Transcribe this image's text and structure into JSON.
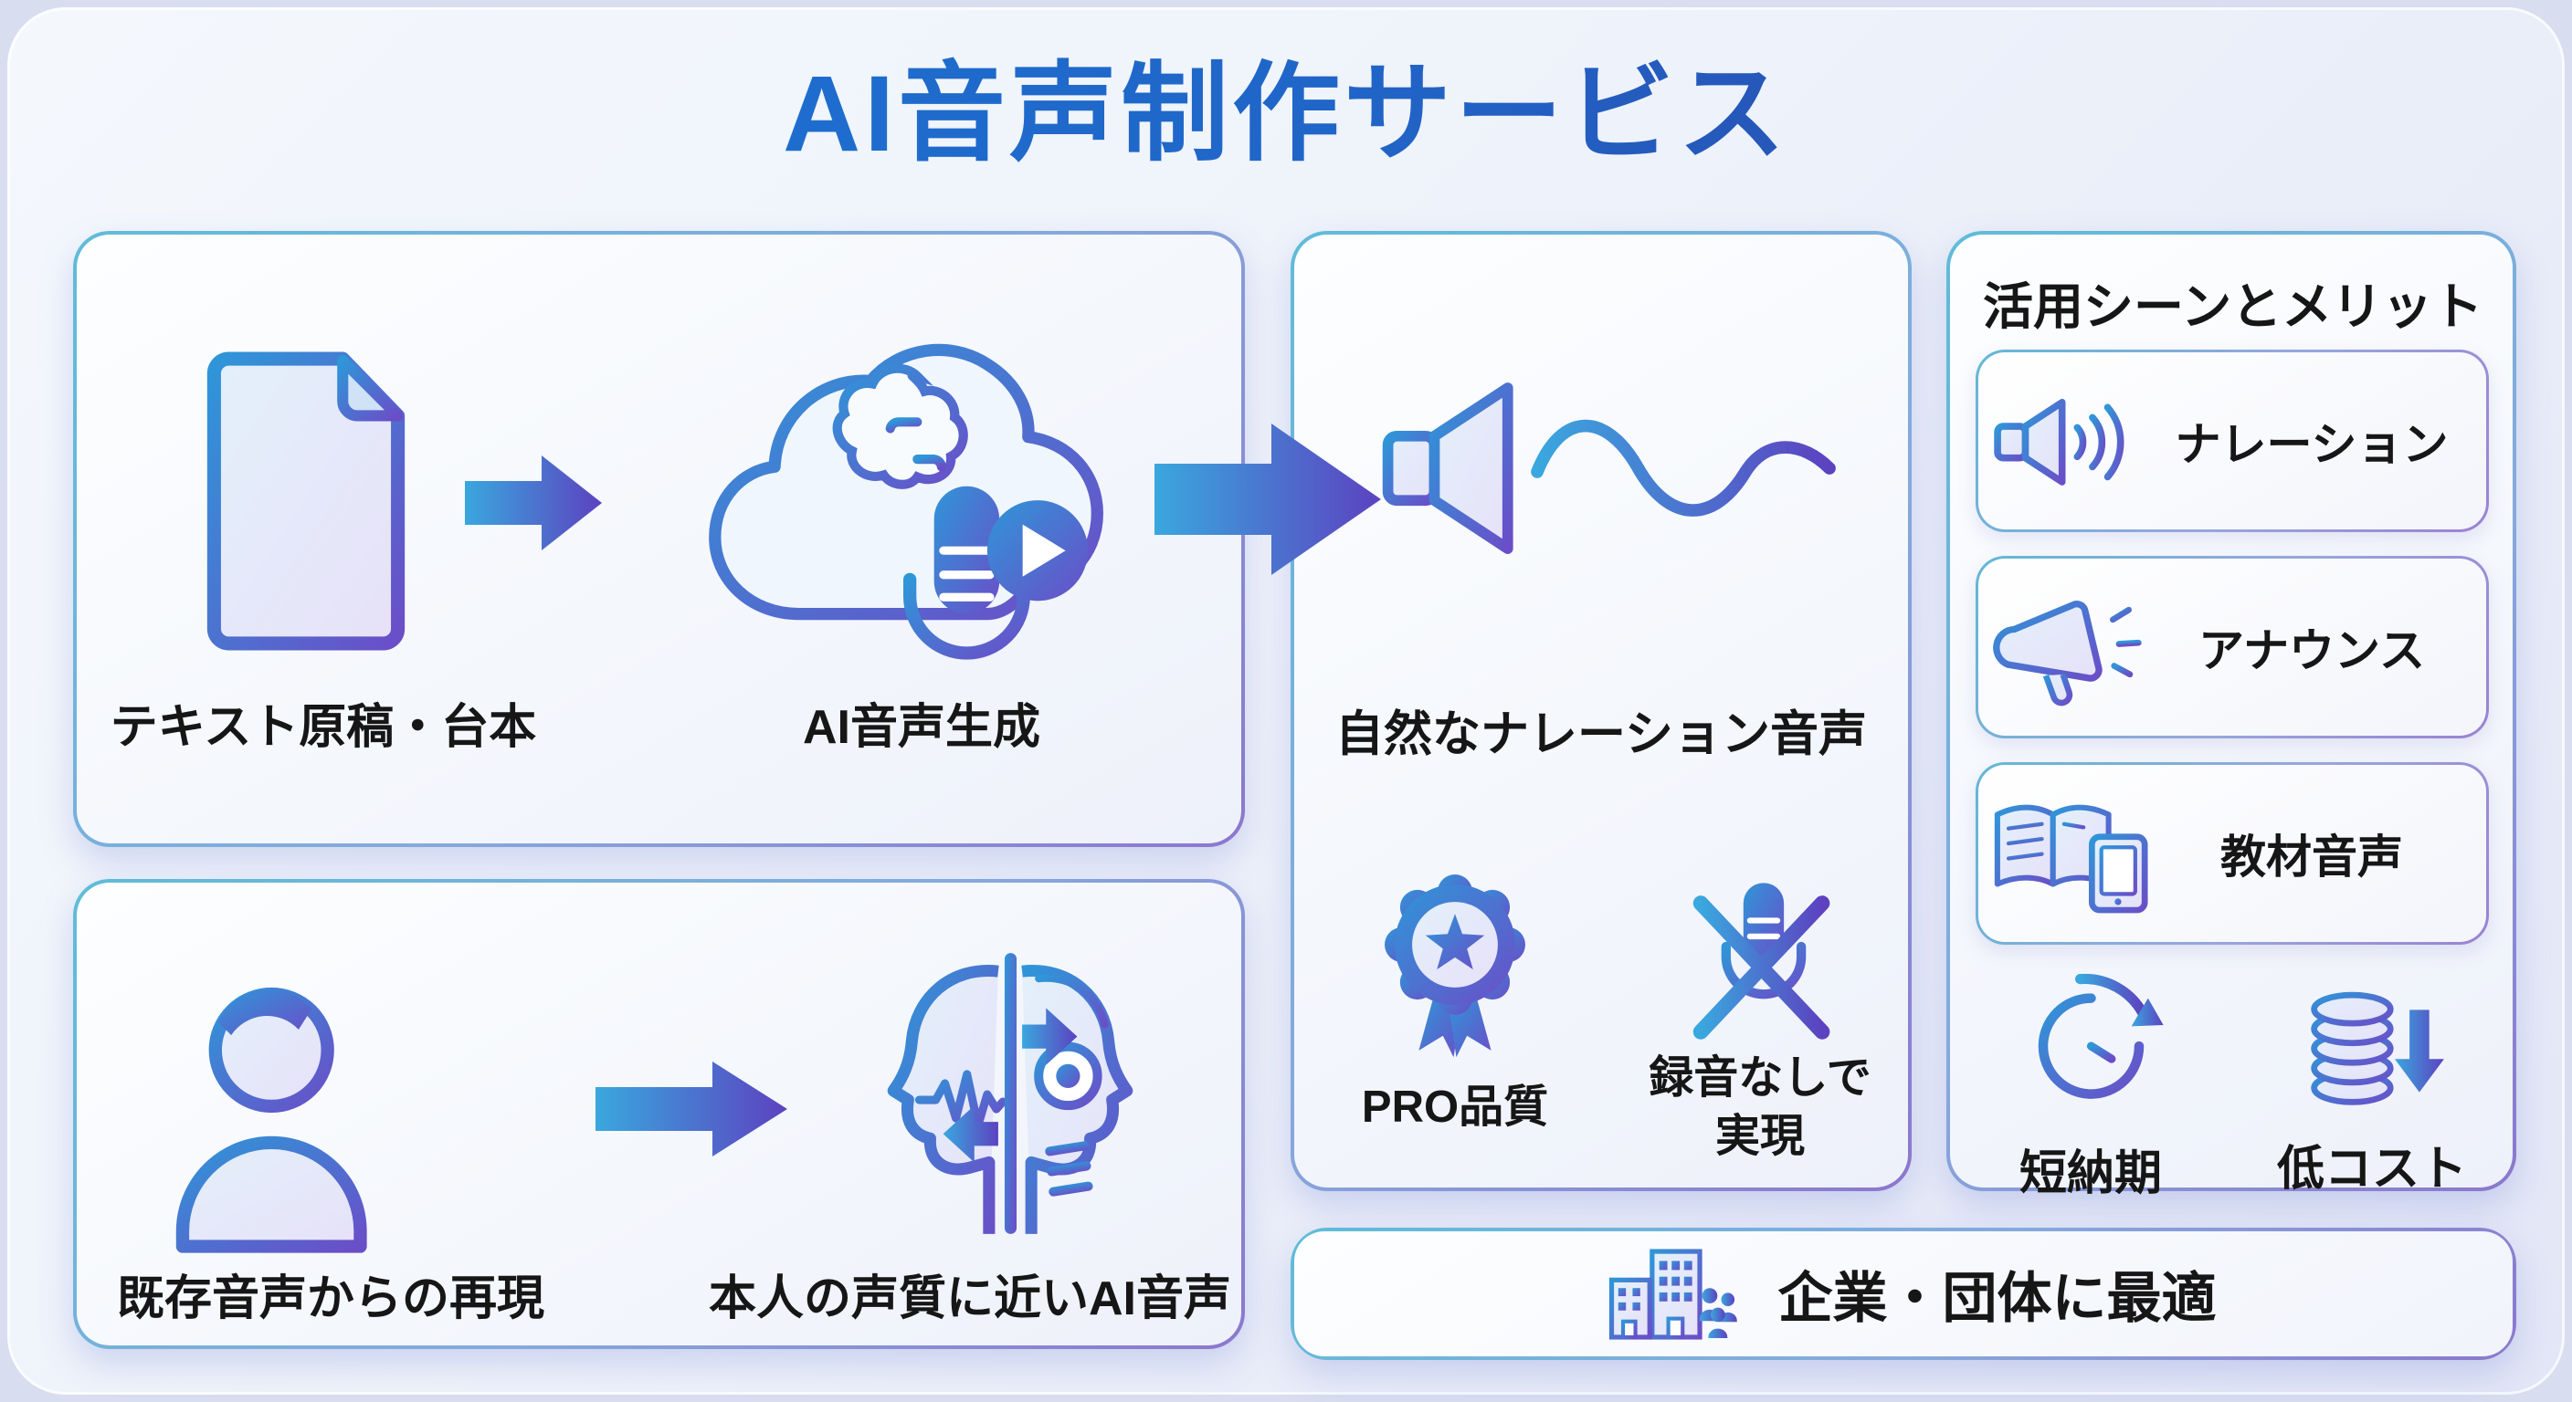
{
  "title": "AI音声制作サービス",
  "colors": {
    "accent_blue": "#2f96d8",
    "accent_purple": "#6a4ec8",
    "title_blue": "#1b76d4",
    "title_indigo": "#303e9e",
    "card_border_cyan": "#5fbcd8",
    "card_border_purple": "#8b77cd",
    "text": "#161616"
  },
  "text_to_speech_card": {
    "input_icon": "document-icon",
    "input_label": "テキスト原稿・台本",
    "arrow_icon": "arrow-right-icon",
    "process_icon": "ai-cloud-voice-icon",
    "process_label": "AI音声生成"
  },
  "voice_clone_card": {
    "input_icon": "person-voice-icon",
    "input_label": "既存音声からの再現",
    "arrow_icon": "arrow-right-icon",
    "output_icon": "human-ai-face-swap-icon",
    "output_label": "本人の声質に近いAI音声"
  },
  "output_card": {
    "icon": "speaker-soundwave-icon",
    "label": "自然なナレーション音声",
    "features": [
      {
        "icon": "quality-badge-icon",
        "label": "PRO品質"
      },
      {
        "icon": "no-recording-icon",
        "label": "録音なしで実現"
      }
    ]
  },
  "benefits_card": {
    "header": "活用シーンとメリット",
    "scenes": [
      {
        "icon": "speaker-icon",
        "label": "ナレーション"
      },
      {
        "icon": "megaphone-icon",
        "label": "アナウンス"
      },
      {
        "icon": "book-tablet-icon",
        "label": "教材音声"
      }
    ],
    "merits": [
      {
        "icon": "fast-turnaround-clock-icon",
        "label": "短納期"
      },
      {
        "icon": "low-cost-coins-icon",
        "label": "低コスト"
      }
    ]
  },
  "footer_card": {
    "icon": "organization-buildings-icon",
    "label": "企業・団体に最適"
  }
}
